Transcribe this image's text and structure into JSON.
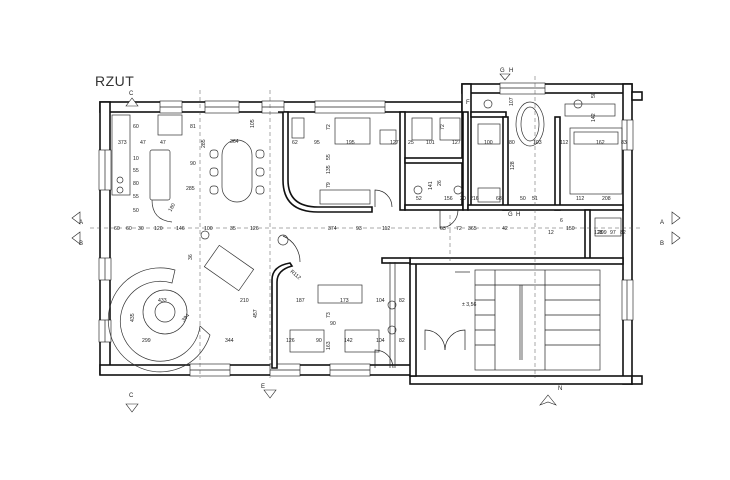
{
  "title": "RZUT",
  "section_marks": {
    "A_left": "A",
    "A_right": "A",
    "B_top": "B",
    "B_bottom": "B",
    "C_top": "C",
    "C_bottom": "C",
    "E_mid": "E",
    "F_top": "F",
    "G_top": "G",
    "H_top": "H",
    "G_mid": "G",
    "H_mid": "H"
  },
  "north": "N",
  "level_mark": "± 3,56",
  "radius_label": "R112",
  "dimensions": {
    "kitchen": [
      "373",
      "47",
      "47",
      "60",
      "81",
      "10",
      "55",
      "80",
      "55",
      "50",
      "285",
      "180",
      "90"
    ],
    "dining": [
      "364",
      "105",
      "285"
    ],
    "corridor_row": [
      "60",
      "60",
      "30",
      "120",
      "146",
      "100",
      "35",
      "126",
      "374",
      "93",
      "112",
      "63",
      "72"
    ],
    "room2": [
      "62",
      "95",
      "195",
      "127",
      "25",
      "101",
      "127",
      "72",
      "55",
      "135",
      "79"
    ],
    "bath": [
      "100",
      "80",
      "103",
      "112",
      "72",
      "128",
      "26",
      "216",
      "68",
      "50",
      "51",
      "52",
      "141",
      "156",
      "20"
    ],
    "bedroom": [
      "107",
      "142",
      "50",
      "162",
      "83",
      "112",
      "208",
      "6",
      "12",
      "209"
    ],
    "hall": [
      "365",
      "42",
      "150",
      "128",
      "97",
      "82"
    ],
    "living": [
      "433",
      "435",
      "394",
      "299",
      "344",
      "210",
      "36",
      "457",
      "187",
      "173",
      "104",
      "82",
      "90",
      "73",
      "126",
      "90",
      "142",
      "104",
      "82",
      "163"
    ]
  }
}
